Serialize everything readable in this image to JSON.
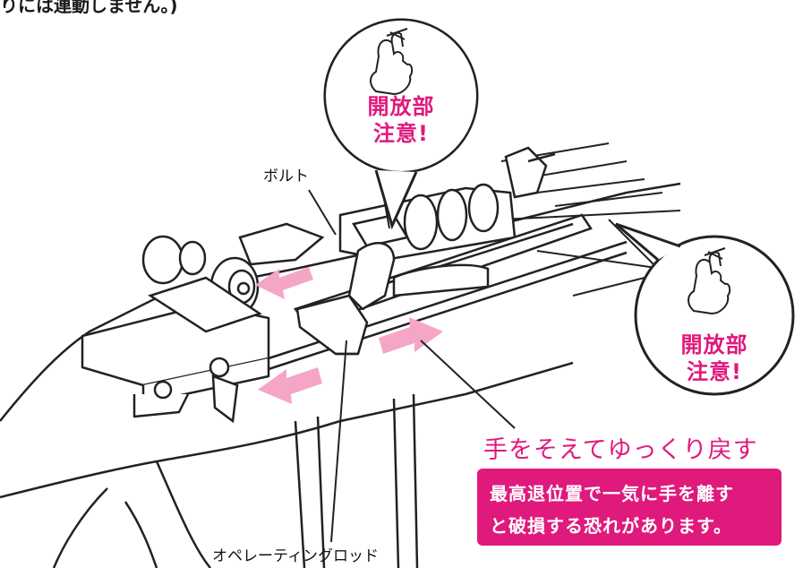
{
  "top_text": "りには連動しません。)",
  "labels": {
    "bolt": "ボルト",
    "operating_rod": "オペレーティングロッド"
  },
  "callouts": [
    {
      "line1": "開放部",
      "line2": "注意!"
    },
    {
      "line1": "開放部",
      "line2": "注意!"
    }
  ],
  "headline": "手をそえてゆっくり戻す",
  "warning": {
    "line1": "最高退位置で一気に手を離す",
    "line2": "と破損する恐れがあります。"
  },
  "colors": {
    "accent": "#e0197d",
    "arrow": "#f5a6c6",
    "line": "#222222"
  }
}
